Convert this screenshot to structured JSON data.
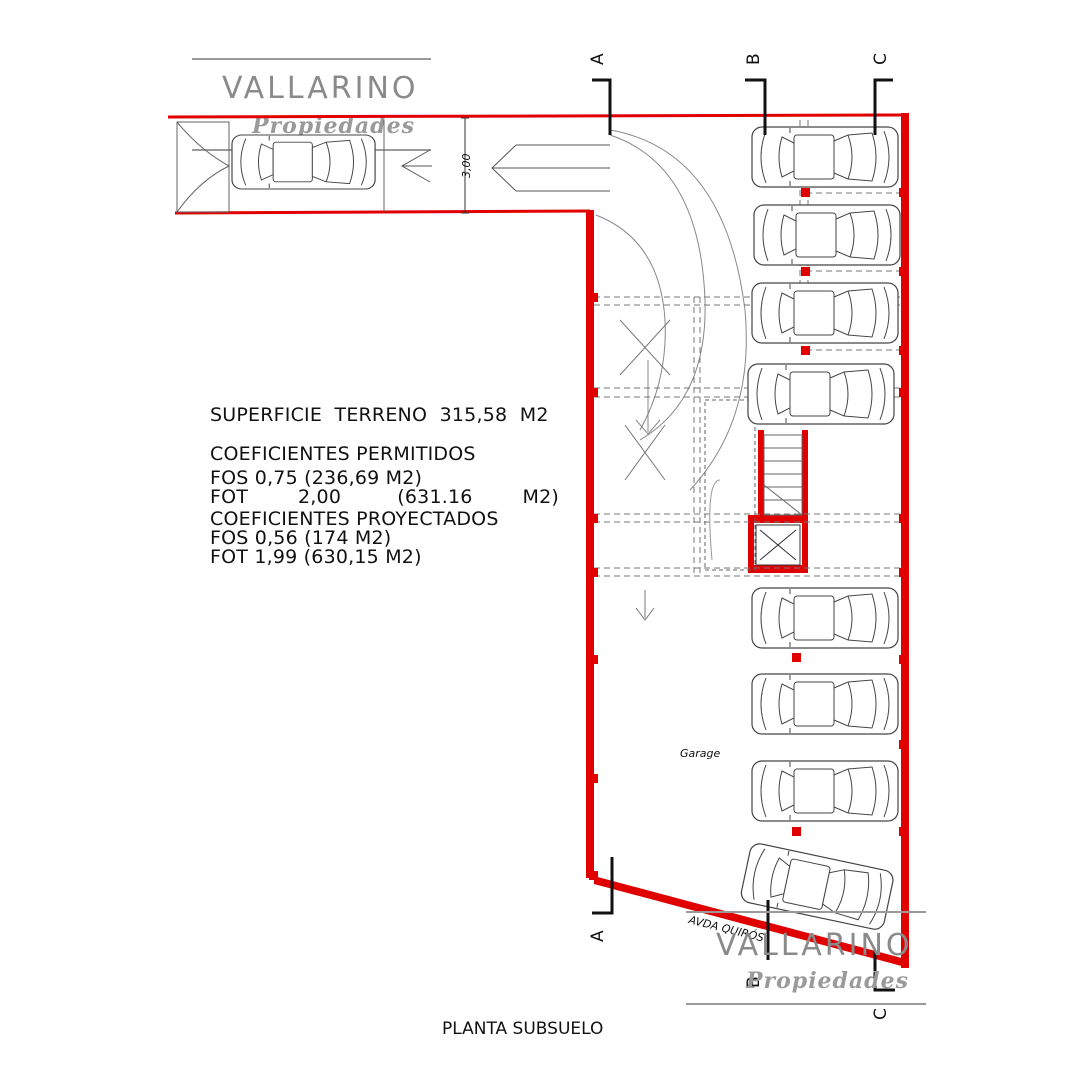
{
  "watermark_top": {
    "brand": "VALLARINO",
    "sub": "Propiedades"
  },
  "watermark_bottom": {
    "brand": "VALLARINO",
    "sub": "Propiedades"
  },
  "info": {
    "superficie": "SUPERFICIE  TERRENO  315,58  M2",
    "permitidos_title": "COEFICIENTES PERMITIDOS",
    "fos_perm": "FOS 0,75 (236,69 M2)",
    "fot_perm": "FOT        2,00         (631.16        M2)",
    "proyectados_title": "COEFICIENTES PROYECTADOS",
    "fos_proy": "FOS 0,56 (174 M2)",
    "fot_proy": "FOT 1,99 (630,15 M2)"
  },
  "cuts": {
    "a_top": "A",
    "b_top": "B",
    "c_top": "C",
    "a_bottom": "A",
    "b_bottom": "B",
    "c_bottom": "C"
  },
  "dimension": "3,00",
  "room_label": "Garage",
  "street_label": "AVDA QUIRÓS",
  "plan_title": "PLANTA SUBSUELO",
  "colors": {
    "wall": "#e00000",
    "line": "#555555",
    "dashed": "#777777"
  }
}
